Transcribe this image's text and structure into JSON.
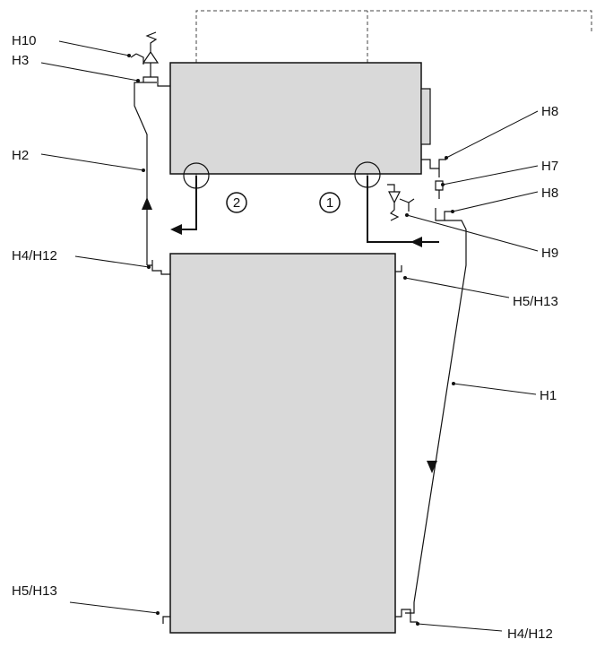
{
  "colors": {
    "tank_fill": "#d9d9d9",
    "line": "#111111"
  },
  "labels": {
    "h10": "H10",
    "h3": "H3",
    "h2": "H2",
    "h4h12_top": "H4/H12",
    "h5h13_right": "H5/H13",
    "h8_top": "H8",
    "h7": "H7",
    "h8_mid": "H8",
    "h9": "H9",
    "h1": "H1",
    "h5h13_bottom": "H5/H13",
    "h4h12_bottom": "H4/H12"
  },
  "circuits": {
    "c2": "2",
    "c1": "1"
  }
}
